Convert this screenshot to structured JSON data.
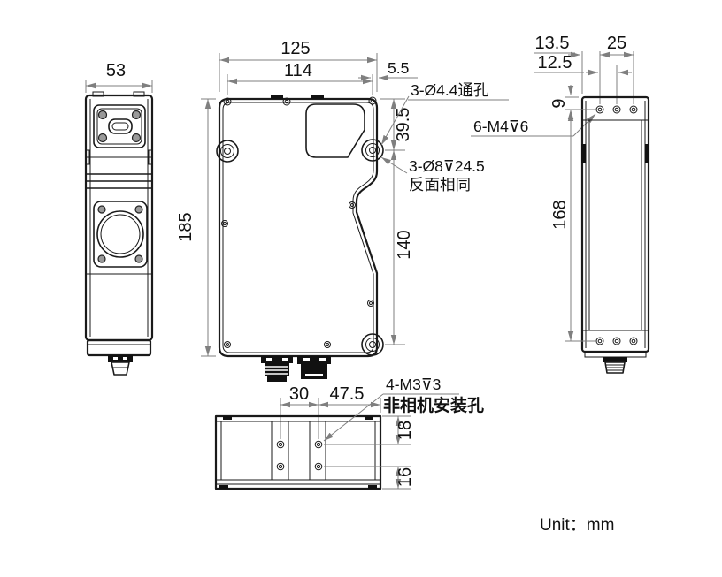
{
  "unit": {
    "label": "Unit：mm"
  },
  "annotations": {
    "through_hole": "3-Ø4.4通孔",
    "counterbore": "3-Ø8⊽24.5",
    "counterbore_note": "反面相同",
    "side_tap": "6-M4⊽6",
    "bottom_tap": "4-M3⊽3",
    "bottom_tap_note": "非相机安装孔"
  },
  "dimensions": {
    "left_view": {
      "width": "53"
    },
    "front_view": {
      "overall_width": "125",
      "hole_span": "114",
      "edge_to_hole": "5.5",
      "overall_height": "185",
      "top_to_hole": "39.5",
      "hole_span_vertical": "140"
    },
    "right_view": {
      "edge_to_hole": "13.5",
      "hole_span": "25",
      "hole_pitch": "12.5",
      "top_to_hole": "9",
      "hole_span_vertical": "168"
    },
    "bottom_view": {
      "hole_pitch": "30",
      "hole_to_edge": "47.5",
      "top_to_hole": "18",
      "bottom_to_hole": "16"
    }
  },
  "colors": {
    "outline": "#1a1a1a",
    "dimension_line": "#7f7f7f",
    "text": "#111111"
  }
}
